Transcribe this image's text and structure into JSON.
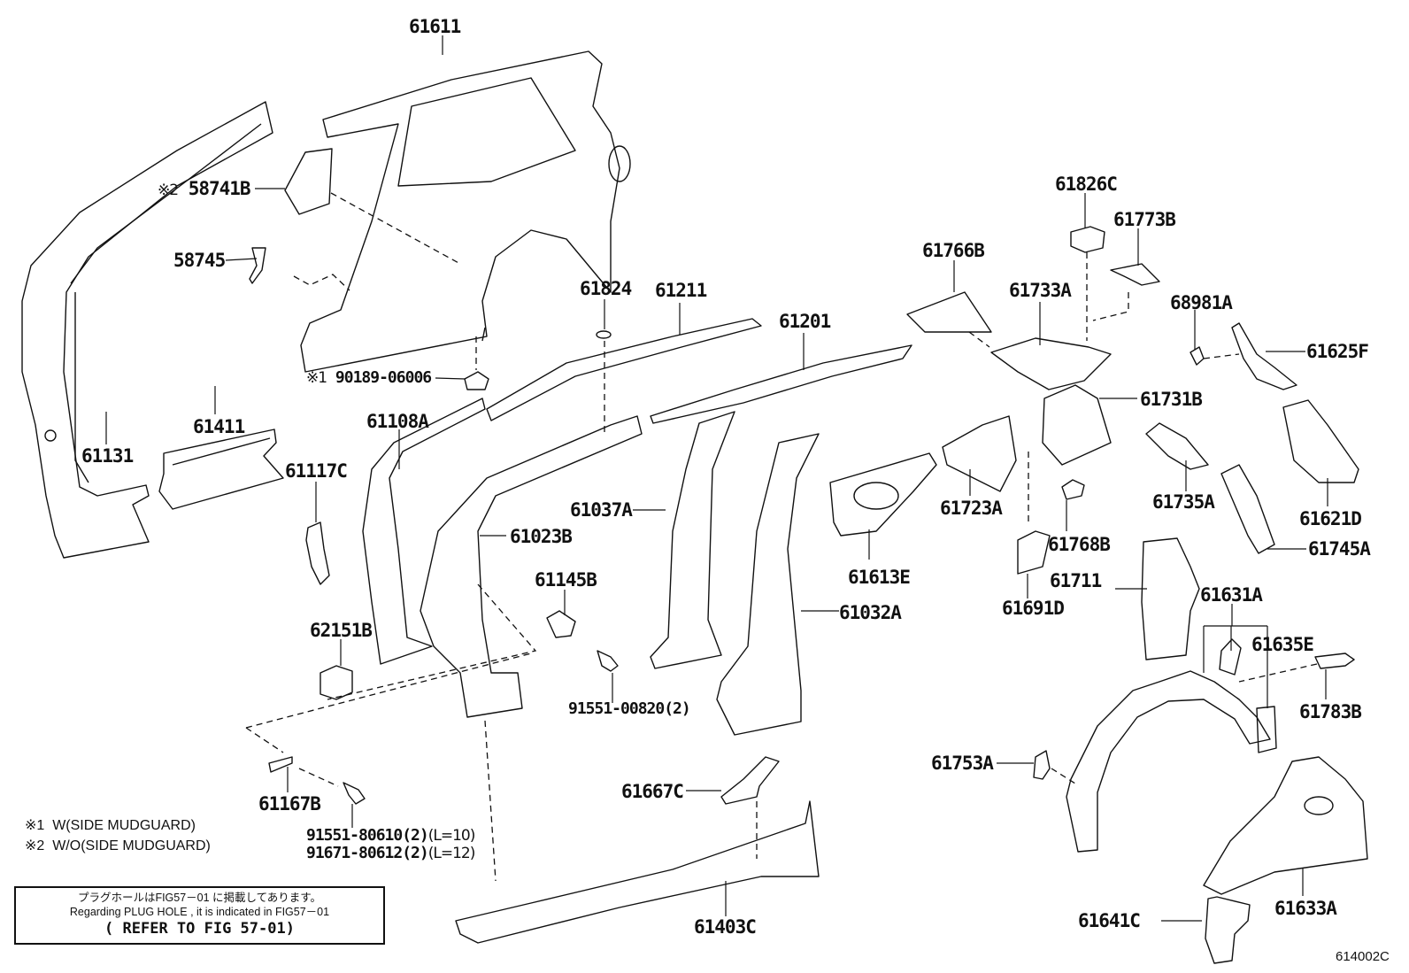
{
  "figure": {
    "title": "Side member / body panel parts diagram",
    "figure_number": "614002C"
  },
  "parts": [
    {
      "id": "61611",
      "label": "61611"
    },
    {
      "id": "58741B",
      "label": "58741B",
      "mark": "※2"
    },
    {
      "id": "58745",
      "label": "58745"
    },
    {
      "id": "90189-06006",
      "label": "90189-06006",
      "mark": "※1"
    },
    {
      "id": "61131",
      "label": "61131"
    },
    {
      "id": "61411",
      "label": "61411"
    },
    {
      "id": "61824",
      "label": "61824"
    },
    {
      "id": "61211",
      "label": "61211"
    },
    {
      "id": "61201",
      "label": "61201"
    },
    {
      "id": "61108A",
      "label": "61108A"
    },
    {
      "id": "61117C",
      "label": "61117C"
    },
    {
      "id": "61023B",
      "label": "61023B"
    },
    {
      "id": "61037A",
      "label": "61037A"
    },
    {
      "id": "61145B",
      "label": "61145B"
    },
    {
      "id": "62151B",
      "label": "62151B"
    },
    {
      "id": "91551-00820",
      "label": "91551-00820",
      "qty": "(2)"
    },
    {
      "id": "61032A",
      "label": "61032A"
    },
    {
      "id": "61167B",
      "label": "61167B"
    },
    {
      "id": "91551-80610",
      "label": "91551-80610",
      "qty": "(2)",
      "spec": "(L=10)"
    },
    {
      "id": "91671-80612",
      "label": "91671-80612",
      "qty": "(2)",
      "spec": "(L=12)"
    },
    {
      "id": "61667C",
      "label": "61667C"
    },
    {
      "id": "61403C",
      "label": "61403C"
    },
    {
      "id": "61766B",
      "label": "61766B"
    },
    {
      "id": "61826C",
      "label": "61826C"
    },
    {
      "id": "61773B",
      "label": "61773B"
    },
    {
      "id": "61733A",
      "label": "61733A"
    },
    {
      "id": "68981A",
      "label": "68981A"
    },
    {
      "id": "61625F",
      "label": "61625F"
    },
    {
      "id": "61731B",
      "label": "61731B"
    },
    {
      "id": "61613E",
      "label": "61613E"
    },
    {
      "id": "61723A",
      "label": "61723A"
    },
    {
      "id": "61768B",
      "label": "61768B"
    },
    {
      "id": "61735A",
      "label": "61735A"
    },
    {
      "id": "61621D",
      "label": "61621D"
    },
    {
      "id": "61745A",
      "label": "61745A"
    },
    {
      "id": "61691D",
      "label": "61691D"
    },
    {
      "id": "61711",
      "label": "61711"
    },
    {
      "id": "61631A",
      "label": "61631A"
    },
    {
      "id": "61635E",
      "label": "61635E"
    },
    {
      "id": "61783B",
      "label": "61783B"
    },
    {
      "id": "61753A",
      "label": "61753A"
    },
    {
      "id": "61633A",
      "label": "61633A"
    },
    {
      "id": "61641C",
      "label": "61641C"
    }
  ],
  "legend": [
    {
      "mark": "※1",
      "text": "W(SIDE MUDGUARD)"
    },
    {
      "mark": "※2",
      "text": "W/O(SIDE MUDGUARD)"
    }
  ],
  "reference_box": {
    "line_jp": "プラグホールはFIG57－01 に掲載してあります。",
    "line_en": "Regarding PLUG HOLE , it is indicated in FIG57－01",
    "line_ref": "( REFER TO FIG 57-01)"
  }
}
